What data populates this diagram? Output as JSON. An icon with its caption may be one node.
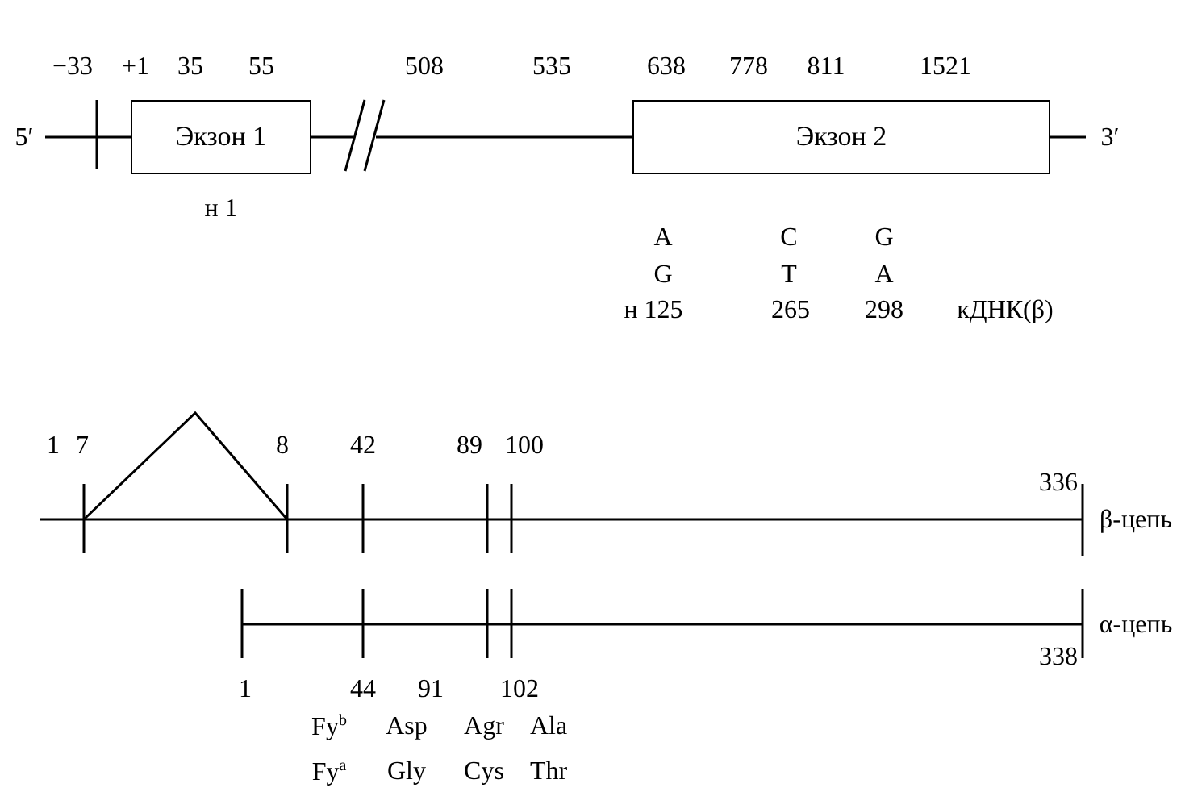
{
  "diagram": {
    "nodes": [
      {
        "text": [
          "Экзон 1"
        ],
        "beside": [
          "н 1"
        ]
      },
      {
        "text": [
          "Экзон 2"
        ]
      }
    ],
    "edges": [
      {
        "from": 0,
        "to": 1,
        "arrow": "none"
      }
    ],
    "labels": [
      "−33",
      "+1",
      "35",
      "55",
      "508",
      "535",
      "638",
      "778",
      "811",
      "1521",
      "5′",
      "3′",
      "A",
      "C",
      "G",
      "G",
      "T",
      "A",
      "н 125",
      "265",
      "298",
      "кДНК(β)",
      "1",
      "7",
      "8",
      "42",
      "89",
      "100",
      "336",
      "β-цепь",
      "α-цепь",
      "338",
      "1",
      "44",
      "91",
      "102",
      "Fy$^{b}$",
      "Asp",
      "Agr",
      "Ala",
      "Fy$^{a}$",
      "Gly",
      "Cys",
      "Thr"
    ]
  }
}
